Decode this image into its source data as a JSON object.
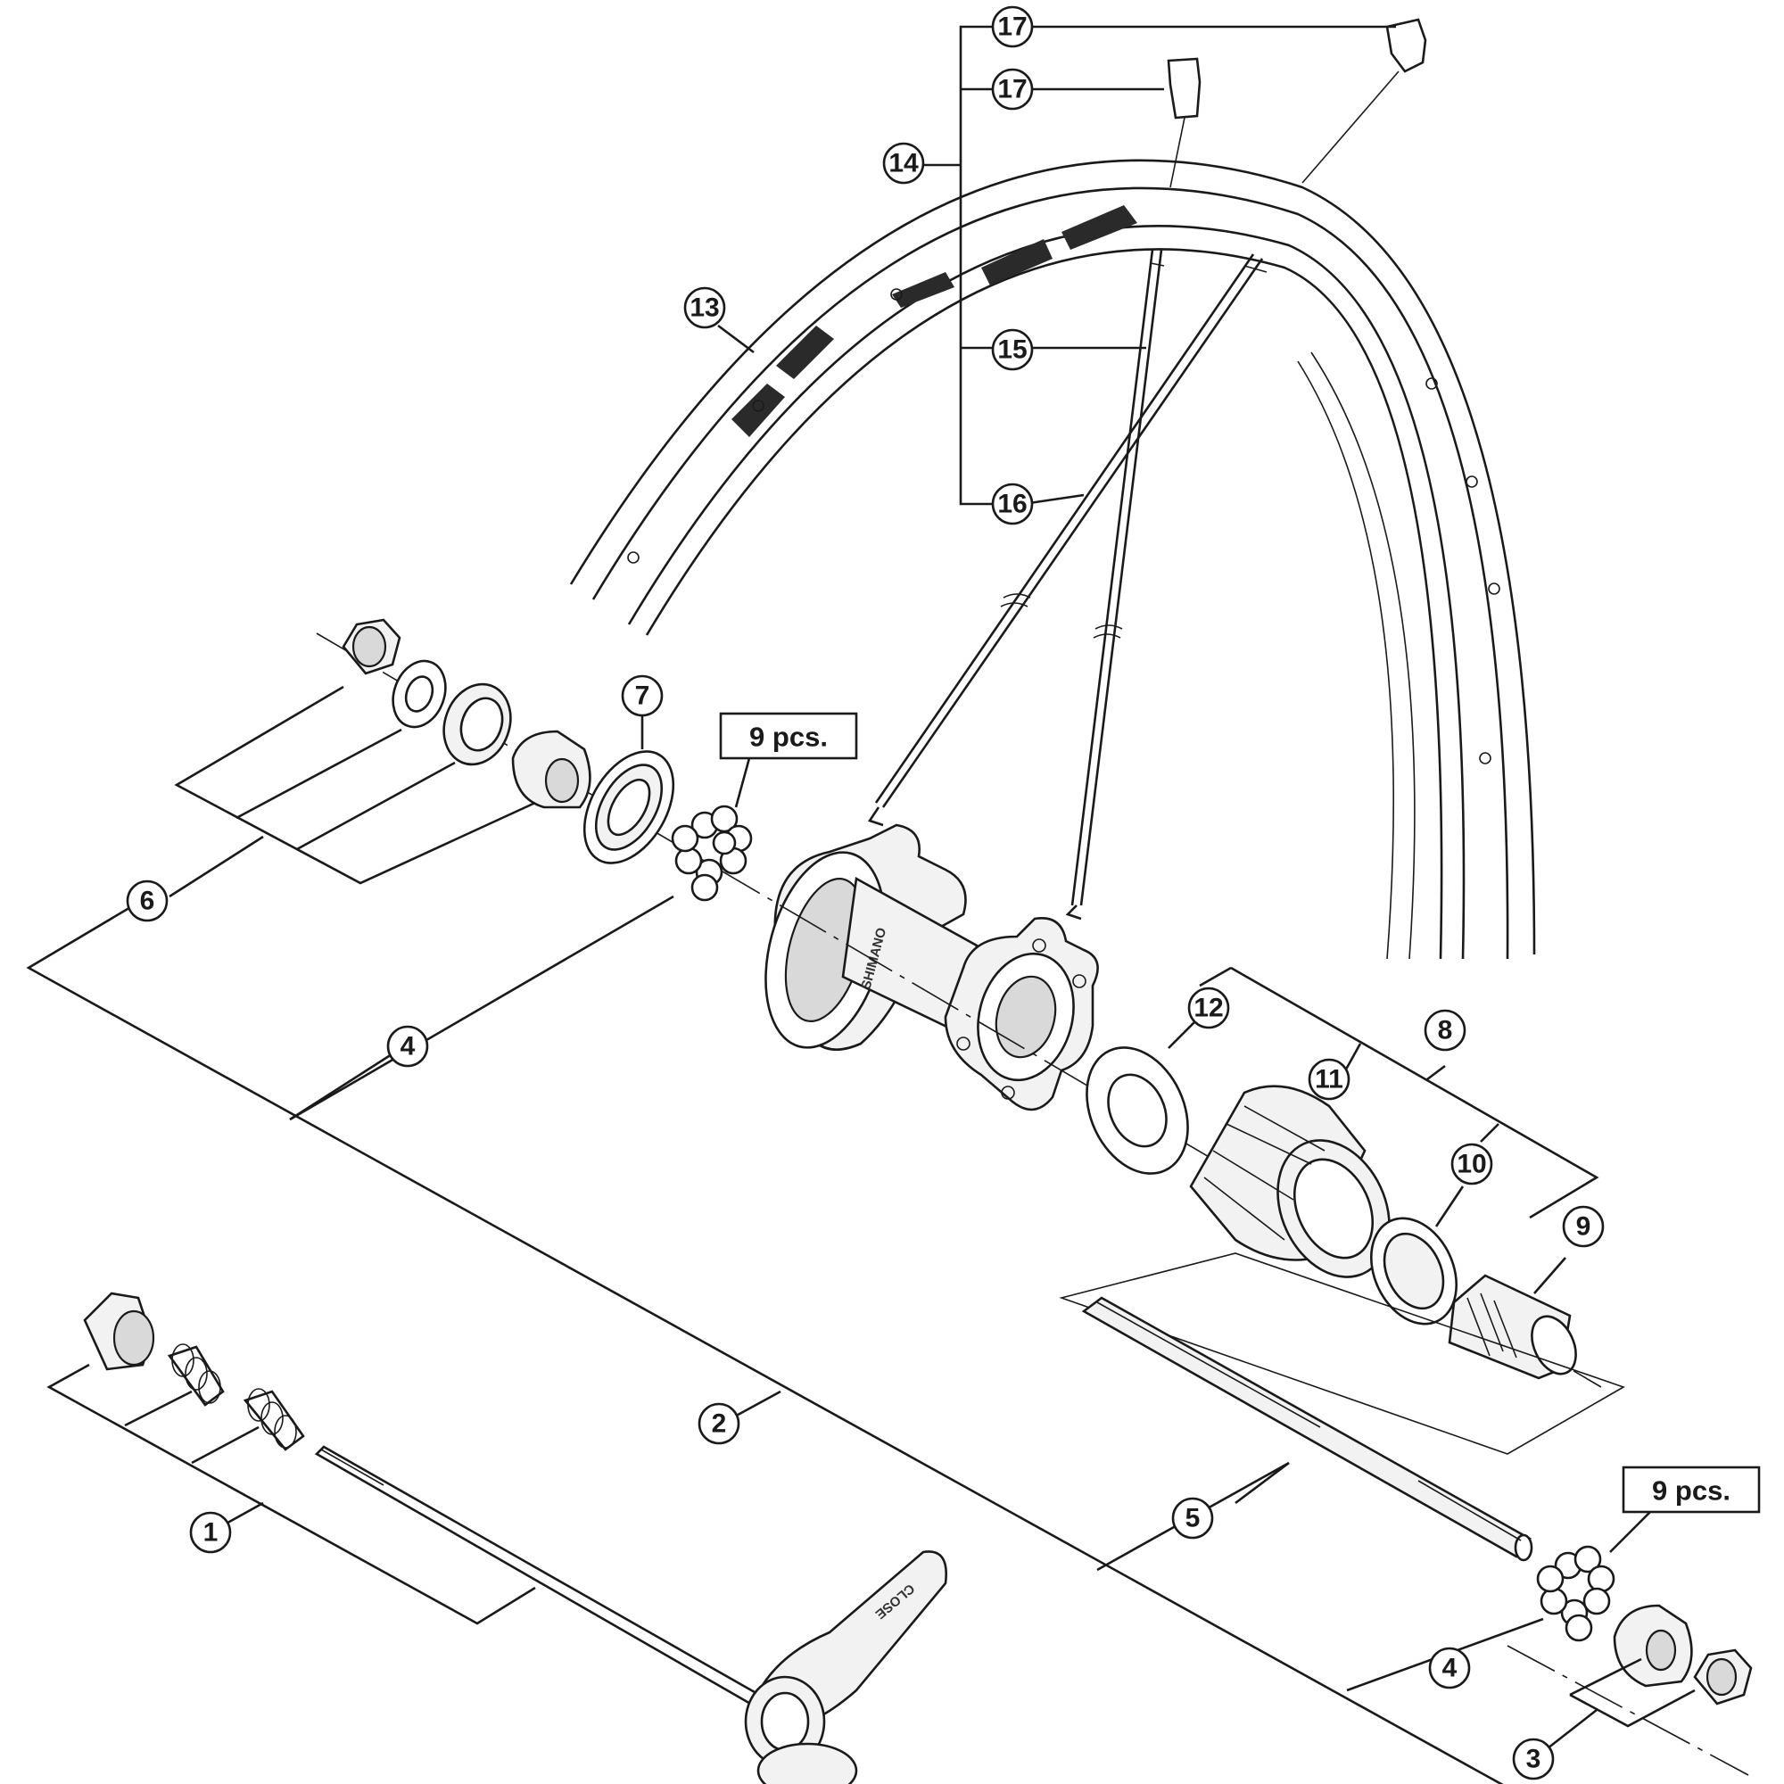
{
  "callouts": {
    "c1": "1",
    "c2": "2",
    "c3": "3",
    "c4a": "4",
    "c4b": "4",
    "c5": "5",
    "c6": "6",
    "c7": "7",
    "c8": "8",
    "c9": "9",
    "c10": "10",
    "c11": "11",
    "c12": "12",
    "c13": "13",
    "c14": "14",
    "c15": "15",
    "c16": "16",
    "c17a": "17",
    "c17b": "17"
  },
  "notes": {
    "balls_left": "9 pcs.",
    "balls_right": "9 pcs."
  },
  "markings": {
    "hub_brand": "SHIMANO",
    "lever_text": "CLOSE"
  }
}
